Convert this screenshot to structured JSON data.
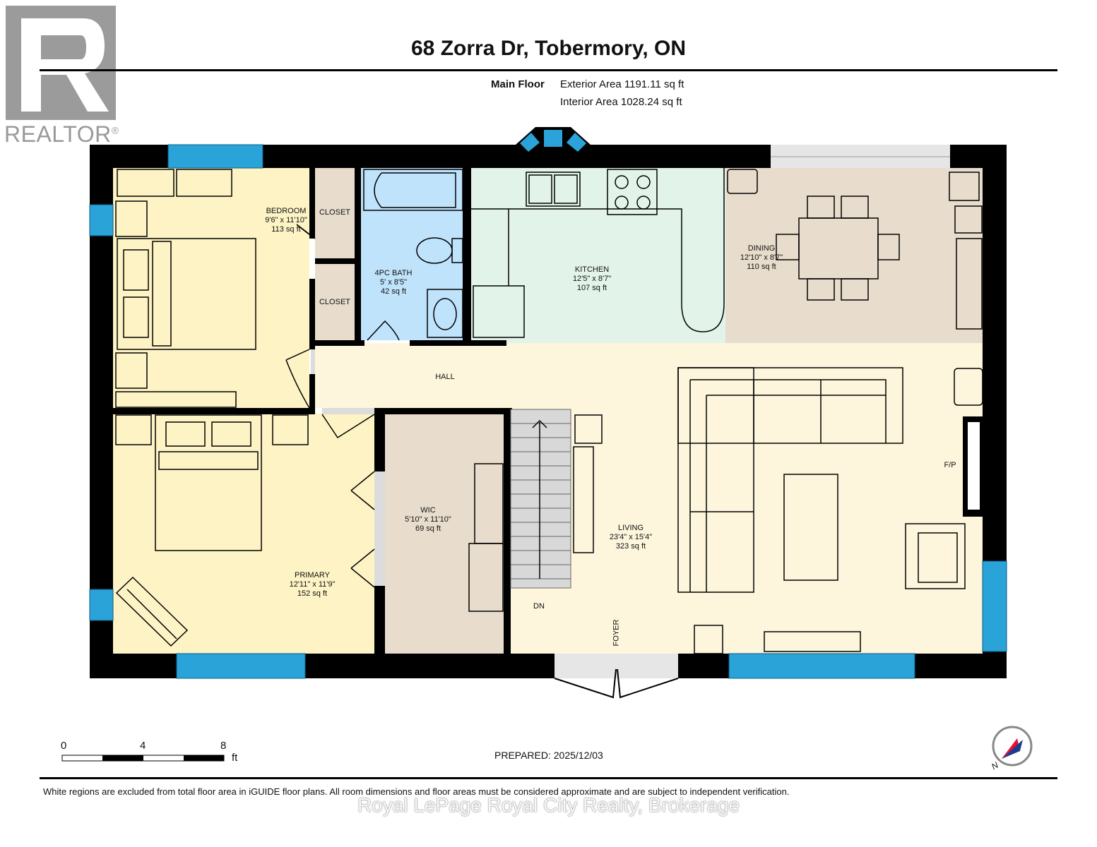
{
  "header": {
    "address": "68 Zorra Dr, Tobermory, ON",
    "floor_name": "Main Floor",
    "exterior_area": "Exterior Area 1191.11 sq ft",
    "interior_area": "Interior Area 1028.24 sq ft"
  },
  "logo": {
    "text": "REALTOR",
    "mark": "®"
  },
  "rooms": {
    "bedroom": {
      "name": "BEDROOM",
      "dims": "9'6\" x 11'10\"",
      "area": "113 sq ft"
    },
    "closet1": {
      "name": "CLOSET"
    },
    "closet2": {
      "name": "CLOSET"
    },
    "bath": {
      "name": "4PC BATH",
      "dims": "5' x 8'5\"",
      "area": "42 sq ft"
    },
    "kitchen": {
      "name": "KITCHEN",
      "dims": "12'5\" x 8'7\"",
      "area": "107 sq ft"
    },
    "dining": {
      "name": "DINING",
      "dims": "12'10\" x 8'7\"",
      "area": "110 sq ft"
    },
    "hall": {
      "name": "HALL"
    },
    "wic": {
      "name": "WIC",
      "dims": "5'10\" x 11'10\"",
      "area": "69 sq ft"
    },
    "primary": {
      "name": "PRIMARY",
      "dims": "12'11\" x 11'9\"",
      "area": "152 sq ft"
    },
    "living": {
      "name": "LIVING",
      "dims": "23'4\" x 15'4\"",
      "area": "323 sq ft"
    },
    "fireplace": {
      "name": "F/P"
    },
    "stairs": {
      "name": "DN"
    },
    "foyer": {
      "name": "FOYER"
    }
  },
  "scale": {
    "ticks": [
      "0",
      "4",
      "8"
    ],
    "unit": "ft"
  },
  "prepared": "PREPARED: 2025/12/03",
  "compass": {
    "label": "N"
  },
  "disclaimer": "White regions are excluded from total floor area in iGUIDE floor plans. All room dimensions and floor areas must be considered approximate and are subject to independent verification.",
  "watermark": "Royal LePage Royal City Realty, Brokerage",
  "colors": {
    "wall": "#000000",
    "window": "#2aa3d8",
    "bedroom": "#fdf3c4",
    "bath": "#bfe3fb",
    "kitchen": "#e2f4ea",
    "dining": "#e8ddcc",
    "hall": "#fdf6dc",
    "closet": "#e8ddcc",
    "door_opening": "#d9d9d9"
  }
}
